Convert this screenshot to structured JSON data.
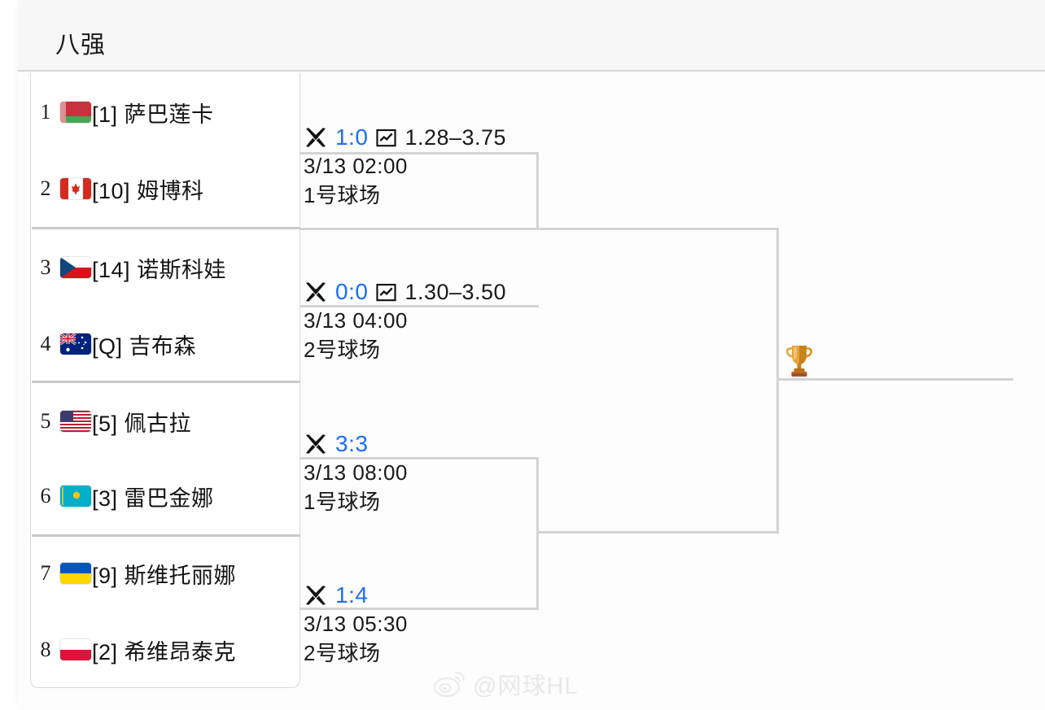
{
  "header": {
    "round_title": "八强"
  },
  "players": [
    {
      "seat": "1",
      "flag": "by",
      "seed": "[1]",
      "name": "萨巴莲卡"
    },
    {
      "seat": "2",
      "flag": "ca",
      "seed": "[10]",
      "name": "姆博科"
    },
    {
      "seat": "3",
      "flag": "cz",
      "seed": "[14]",
      "name": "诺斯科娃"
    },
    {
      "seat": "4",
      "flag": "au",
      "seed": "[Q]",
      "name": "吉布森"
    },
    {
      "seat": "5",
      "flag": "us",
      "seed": "[5]",
      "name": "佩古拉"
    },
    {
      "seat": "6",
      "flag": "kz",
      "seed": "[3]",
      "name": "雷巴金娜"
    },
    {
      "seat": "7",
      "flag": "ua",
      "seed": "[9]",
      "name": "斯维托丽娜"
    },
    {
      "seat": "8",
      "flag": "pl",
      "seed": "[2]",
      "name": "希维昂泰克"
    }
  ],
  "matches": [
    {
      "score": "1:0",
      "odds": "1.28–3.75",
      "has_odds": true,
      "datetime": "3/13 02:00",
      "court": "1号球场"
    },
    {
      "score": "0:0",
      "odds": "1.30–3.50",
      "has_odds": true,
      "datetime": "3/13 04:00",
      "court": "2号球场"
    },
    {
      "score": "3:3",
      "odds": "",
      "has_odds": false,
      "datetime": "3/13 08:00",
      "court": "1号球场"
    },
    {
      "score": "1:4",
      "odds": "",
      "has_odds": false,
      "datetime": "3/13 05:30",
      "court": "2号球场"
    }
  ],
  "watermark": {
    "text": "@网球HL"
  },
  "colors": {
    "score_blue": "#1a6ef5",
    "line_gray": "#d3d3d3",
    "header_bg": "#f7f7f7",
    "text_dark": "#131313"
  }
}
